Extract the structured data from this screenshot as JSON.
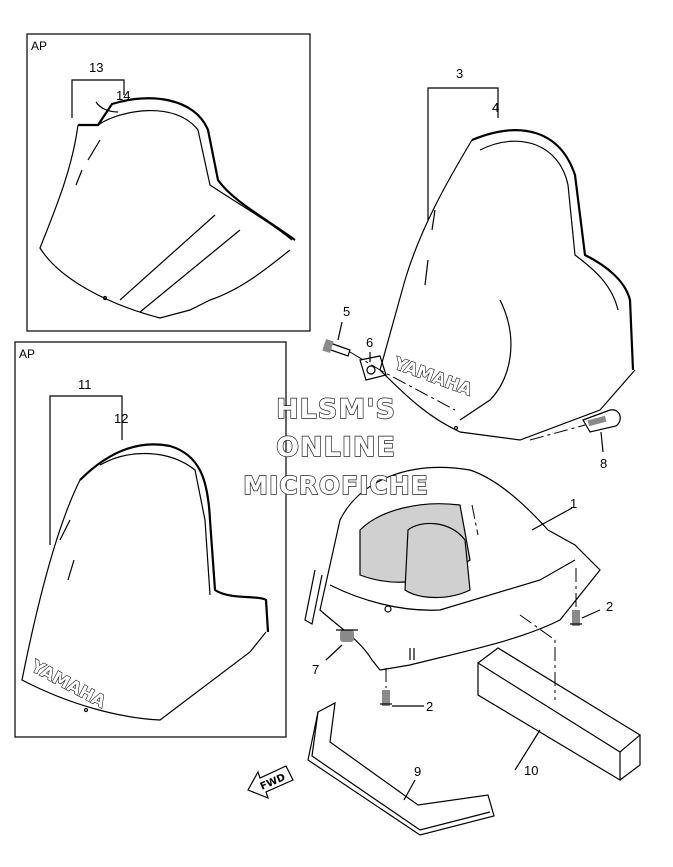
{
  "insets": [
    {
      "label": "AP",
      "callouts": [
        {
          "num": "13"
        },
        {
          "num": "14"
        }
      ]
    },
    {
      "label": "AP",
      "callouts": [
        {
          "num": "11"
        },
        {
          "num": "12"
        }
      ]
    }
  ],
  "callouts": {
    "c1": "1",
    "c2a": "2",
    "c2b": "2",
    "c3": "3",
    "c4": "4",
    "c5": "5",
    "c6": "6",
    "c7": "7",
    "c8": "8",
    "c9": "9",
    "c10": "10"
  },
  "brand_text": "YAMAHA",
  "fwd_label": "FWD",
  "watermark": {
    "line1": "HLSM'S",
    "line2": "ONLINE",
    "line3": "MICROFICHE"
  }
}
